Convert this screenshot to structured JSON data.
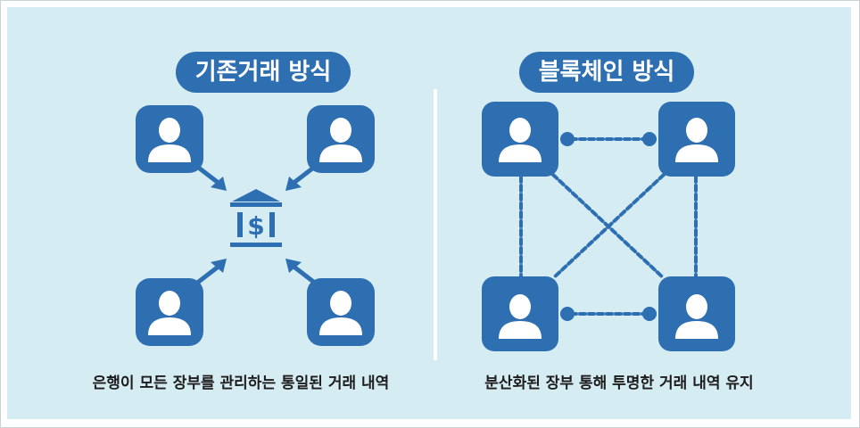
{
  "left": {
    "title": "기존거래 방식",
    "caption": "은행이 모든 장부를 관리하는 통일된 거래 내역",
    "bank_symbol": "$"
  },
  "right": {
    "title": "블록체인 방식",
    "caption": "분산화된 장부 통해 투명한 거래 내역 유지"
  },
  "colors": {
    "background": "#d6ecf3",
    "primary_blue": "#2e6fb2",
    "white": "#ffffff",
    "text": "#1d1d1d"
  },
  "icons": [
    "user-icon",
    "bank-icon",
    "arrow-icon",
    "chain-icon"
  ]
}
